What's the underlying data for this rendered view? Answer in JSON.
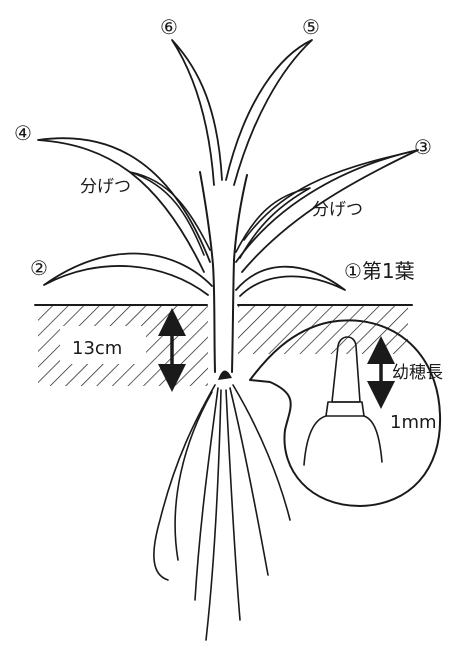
{
  "diagram": {
    "leaf_labels": {
      "leaf1": "①第1葉",
      "leaf2": "②",
      "leaf3": "③",
      "leaf4": "④",
      "leaf5": "⑤",
      "leaf6": "⑥"
    },
    "tiller_labels": {
      "left": "分げつ",
      "right": "分げつ"
    },
    "depth_label": "13cm",
    "inset": {
      "label": "幼穂長",
      "size": "1mm"
    }
  },
  "colors": {
    "ink": "#1a1a1a",
    "background": "#ffffff"
  }
}
